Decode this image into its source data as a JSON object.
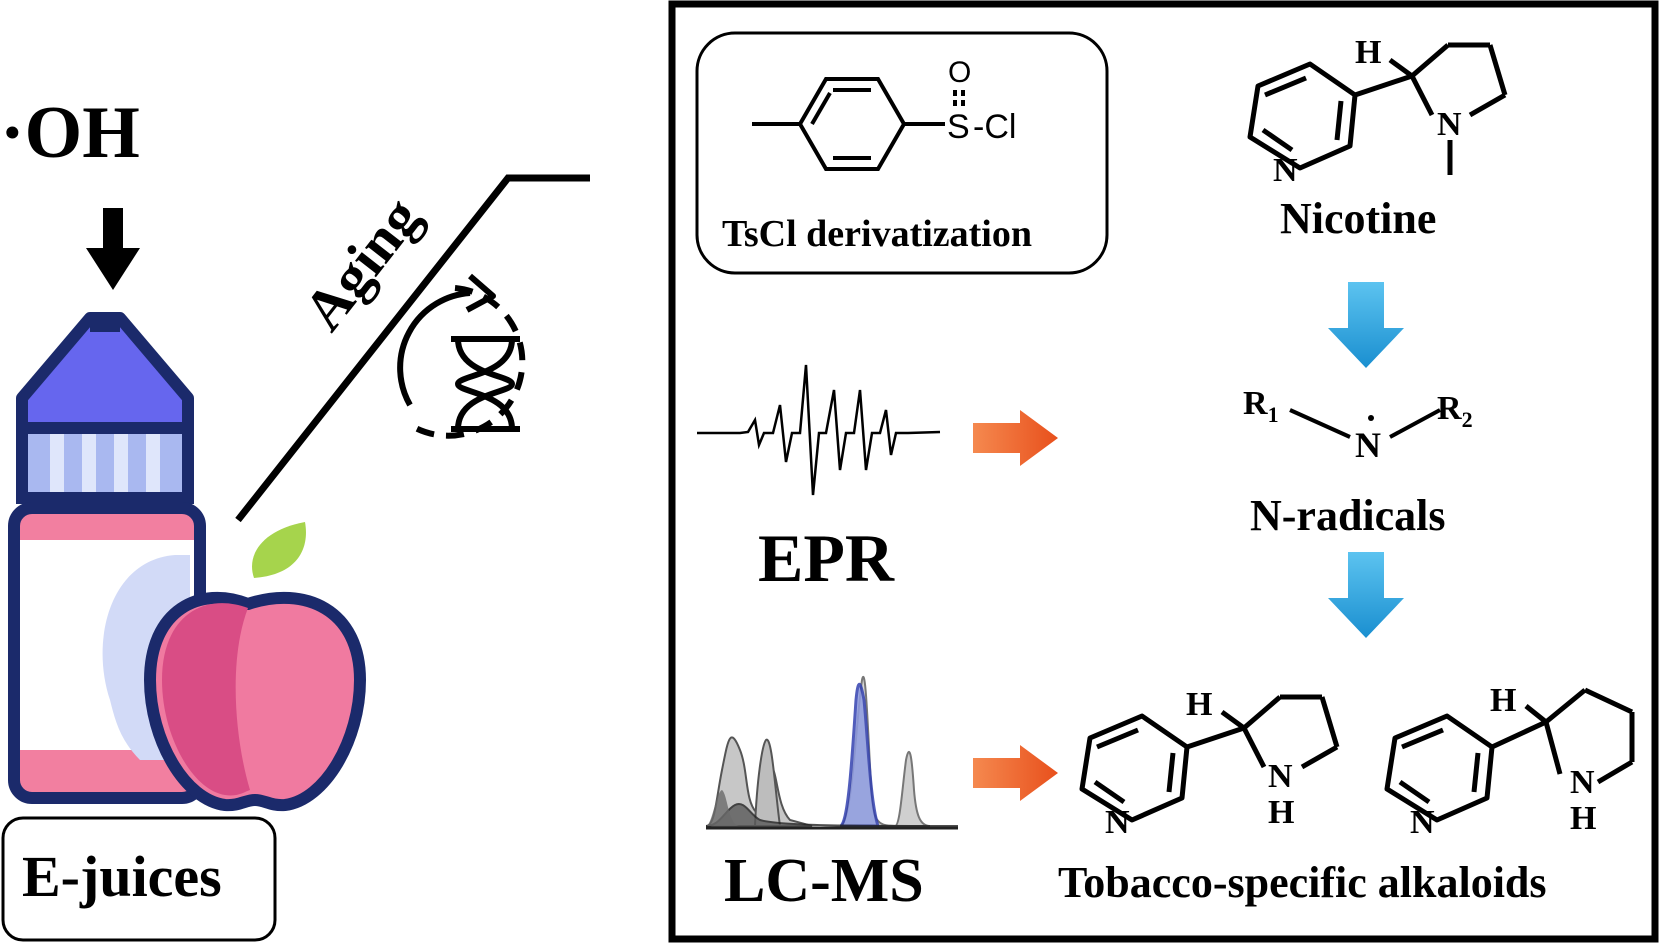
{
  "left": {
    "radical": "·OH",
    "aging_label": "Aging",
    "product_label": "E-juices"
  },
  "panel": {
    "reagent_label": "TsCl derivatization",
    "reagent_atoms": {
      "o": "O",
      "s": "S",
      "cl": "-Cl"
    },
    "nicotine_label": "Nicotine",
    "nradicals_label": "N-radicals",
    "epr_label": "EPR",
    "lcms_label": "LC-MS",
    "alkaloids_label": "Tobacco-specific alkaloids",
    "atoms": {
      "h": "H",
      "n": "N",
      "r1": "R",
      "r1_sub": "1",
      "r2": "R",
      "r2_sub": "2"
    }
  },
  "colors": {
    "bottle_outline": "#1b2a6b",
    "bottle_cap": "#6666ee",
    "bottle_band": "#a9b8f0",
    "bottle_label": "#f27fa0",
    "apple_body": "#f07aa0",
    "apple_shade": "#d94d85",
    "leaf": "#a6d44c",
    "blue_arrow": "#1a9ad6",
    "orange_arrow": "#f0642a"
  }
}
